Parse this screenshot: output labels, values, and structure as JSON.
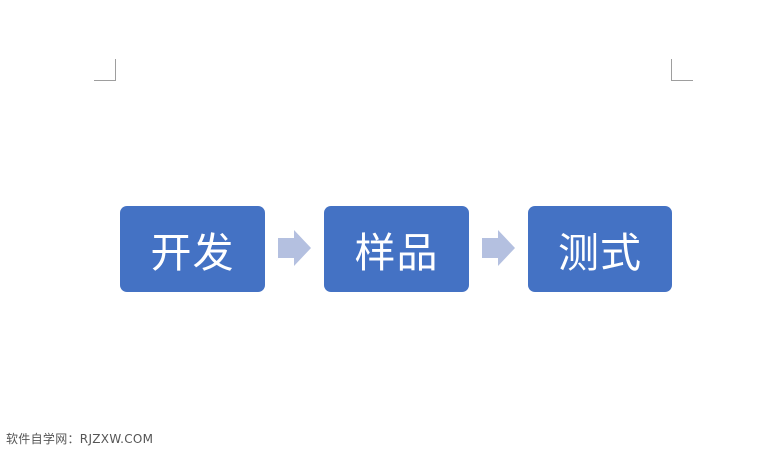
{
  "document": {
    "flowchart": {
      "steps": [
        {
          "label": "开发"
        },
        {
          "label": "样品"
        },
        {
          "label": "测式"
        }
      ],
      "box_color": "#4472c4",
      "arrow_color": "#b4c0e0",
      "text_color": "#ffffff"
    },
    "margin_marks": {
      "color": "#9e9e9e"
    }
  },
  "watermark": {
    "text": "软件自学网：RJZXW.COM"
  }
}
